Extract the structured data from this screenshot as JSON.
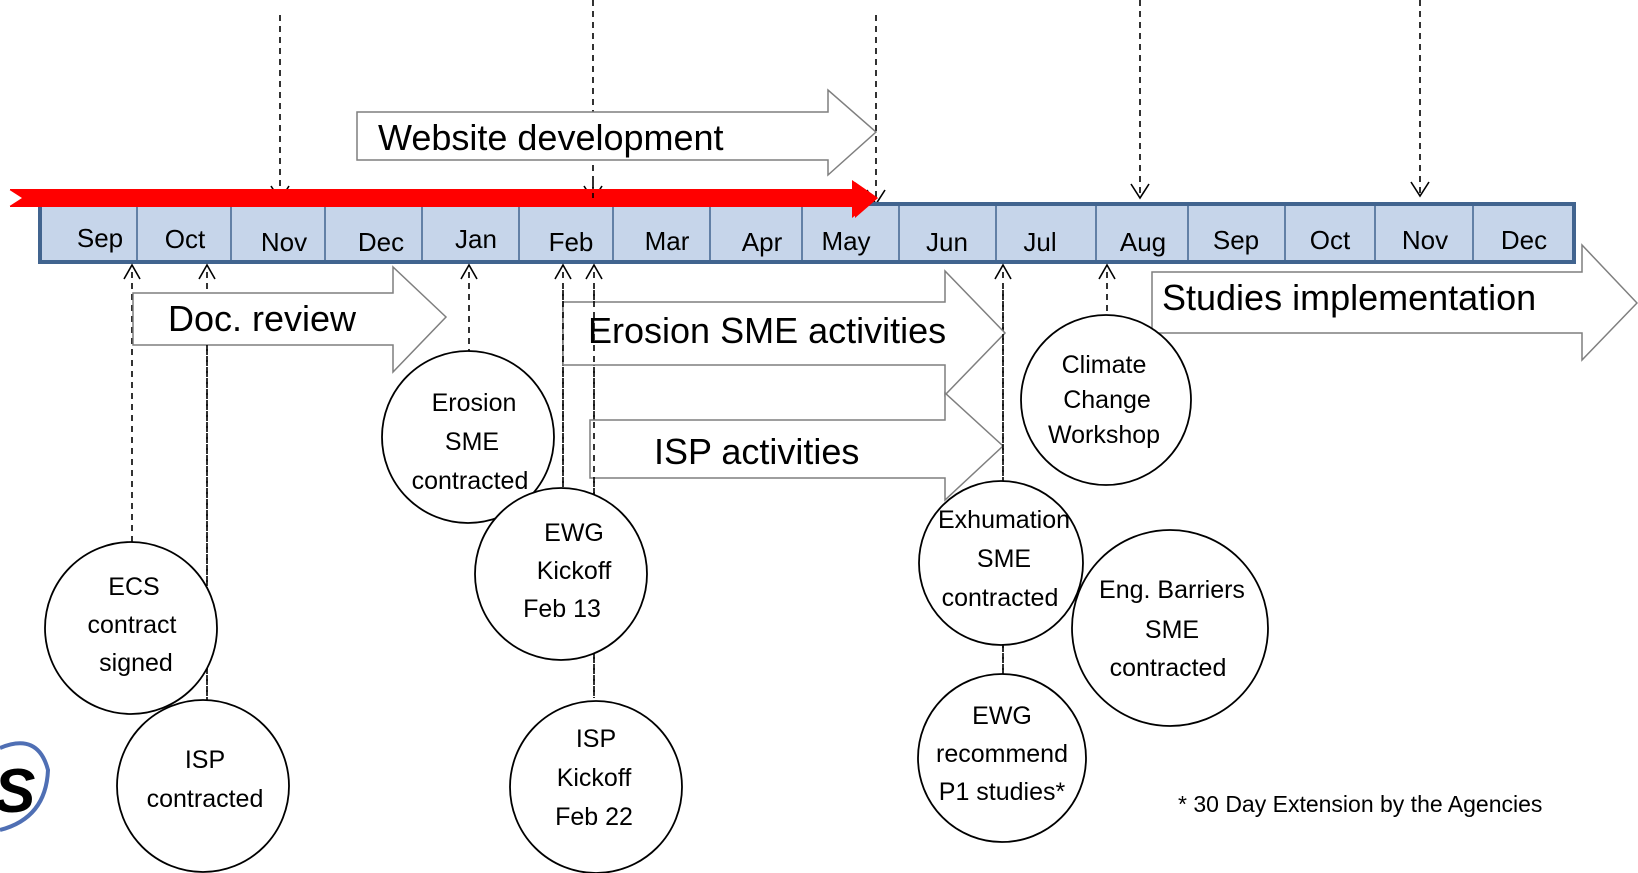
{
  "months": [
    "Sep",
    "Oct",
    "Nov",
    "Dec",
    "Jan",
    "Feb",
    "Mar",
    "Apr",
    "May",
    "Jun",
    "Jul",
    "Aug",
    "Sep",
    "Oct",
    "Nov",
    "Dec"
  ],
  "arrows": {
    "website": "Website development",
    "doc_review": "Doc. review",
    "erosion": "Erosion SME activities",
    "isp": "ISP activities",
    "studies": "Studies implementation"
  },
  "milestones": {
    "ecs": [
      "ECS",
      "contract",
      "signed"
    ],
    "isp_contracted": [
      "ISP",
      "contracted"
    ],
    "erosion_sme": [
      "Erosion",
      "SME",
      "contracted"
    ],
    "ewg_kickoff": [
      "EWG",
      "Kickoff",
      "Feb 13"
    ],
    "isp_kickoff": [
      "ISP",
      "Kickoff",
      "Feb 22"
    ],
    "exhumation": [
      "Exhumation",
      "SME",
      "contracted"
    ],
    "ewg_recommend": [
      "EWG",
      "recommend",
      "P1 studies*"
    ],
    "climate": [
      "Climate",
      "Change",
      "Workshop"
    ],
    "eng_barriers": [
      "Eng. Barriers",
      "SME",
      "contracted"
    ]
  },
  "footnote": "* 30 Day Extension by the Agencies",
  "logo_letter": "S",
  "colors": {
    "timeline_fill": "#c6d5ea",
    "timeline_border": "#41648f",
    "progress": "#ff0000",
    "logo_blue": "#4f6fb4"
  }
}
